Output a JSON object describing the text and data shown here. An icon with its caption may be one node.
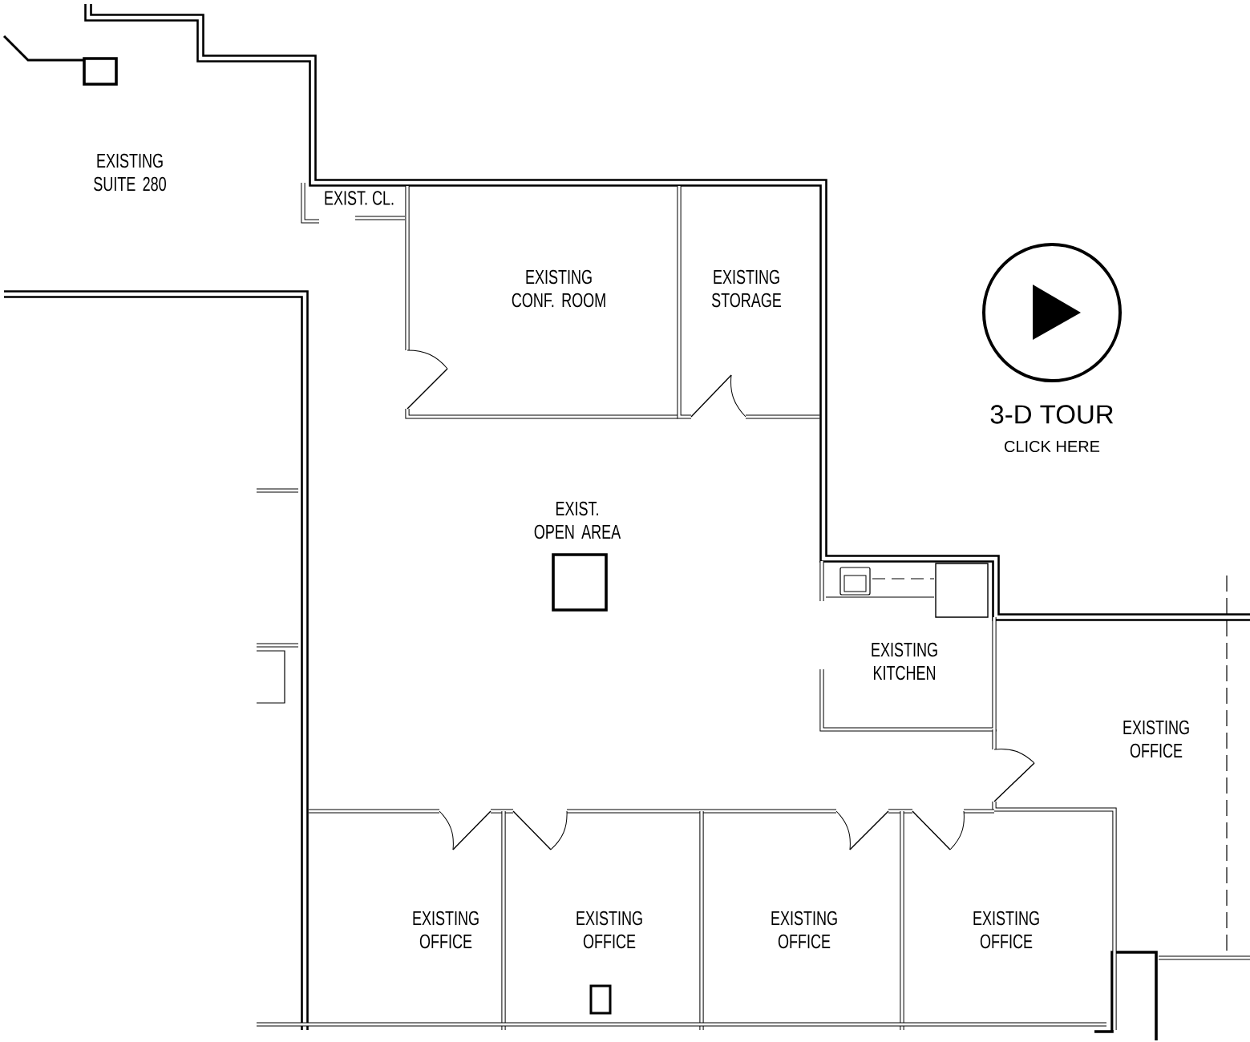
{
  "diagram": {
    "labels": [
      "EXISTING SUITE 280",
      "EXIST. CL.",
      "EXISTING CONF. ROOM",
      "EXISTING STORAGE",
      "3-D TOUR",
      "CLICK HERE",
      "EXIST. OPEN AREA",
      "EXISTING KITCHEN",
      "EXISTING OFFICE",
      "EXISTING OFFICE",
      "EXISTING OFFICE",
      "EXISTING OFFICE",
      "EXISTING OFFICE"
    ]
  }
}
